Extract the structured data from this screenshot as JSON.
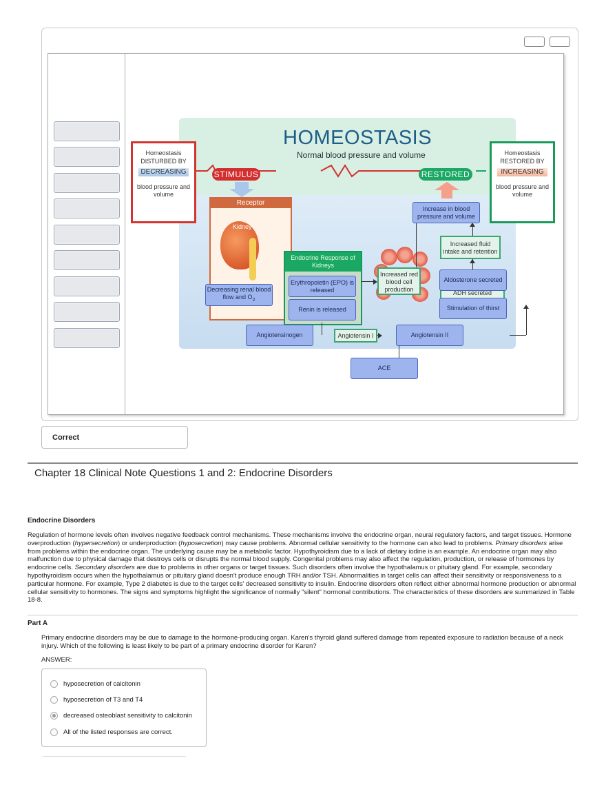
{
  "diagram": {
    "title": "HOMEOSTASIS",
    "subtitle": "Normal blood pressure and volume",
    "left_box": {
      "line1": "Homeostasis",
      "line2": "DISTURBED BY",
      "direction": "DECREASING",
      "line4": "blood pressure and volume"
    },
    "right_box": {
      "line1": "Homeostasis",
      "line2": "RESTORED BY",
      "direction": "INCREASING",
      "line4": "blood pressure and volume"
    },
    "stimulus": "STIMULUS",
    "restored": "RESTORED",
    "receptor": "Receptor",
    "kidney": "Kidney",
    "endocrine_response": "Endocrine Response of Kidneys",
    "increased_rbc": "Increased red blood cell production",
    "increased_fluid": "Increased fluid intake and retention",
    "adh": "ADH secreted",
    "labels": {
      "decreasing_renal": "Decreasing renal blood flow and O",
      "decreasing_renal_sub": "2",
      "epo": "Erythropoietin (EPO) is released",
      "renin": "Renin is released",
      "increase_bp": "Increase in blood pressure and volume",
      "aldosterone": "Aldosterone secreted",
      "thirst": "Stimulation of thirst",
      "angiotensinogen": "Angiotensinogen",
      "angiotensin1": "Angiotensin I",
      "angiotensin2": "Angiotensin II",
      "ace": "ACE"
    },
    "colors": {
      "red": "#d32f2f",
      "green": "#1aa864",
      "blue_label": "#9db4ee"
    }
  },
  "feedback": "Correct",
  "page_title": "Chapter 18 Clinical Note Questions 1 and 2: Endocrine Disorders",
  "section_title": "Endocrine Disorders",
  "paragraph": {
    "p1": "Regulation of hormone levels often involves negative feedback control mechanisms. These mechanisms involve the endocrine organ, neural regulatory factors, and target tissues. Hormone overproduction (",
    "i1": "hypersecretion",
    "p2": ") or underproduction (",
    "i2": "hyposecretion",
    "p3": ") may cause problems. Abnormal cellular sensitivity to the hormone can also lead to problems. ",
    "i3": "Primary disorders",
    "p4": " arise from problems within the endocrine organ. The underlying cause may be a metabolic factor. Hypothyroidism due to a lack of dietary iodine is an example. An endocrine organ may also malfunction due to physical damage that destroys cells or disrupts the normal blood supply. Congenital problems may also affect the regulation, production, or release of hormones by endocrine cells. ",
    "i4": "Secondary disorders",
    "p5": " are due to problems in other organs or target tissues. Such disorders often involve the hypothalamus or pituitary gland. For example, secondary hypothyroidism occurs when the hypothalamus or pituitary gland doesn't produce enough TRH and/or TSH. Abnormalities in target cells can affect their sensitivity or responsiveness to a particular hormone. For example, Type 2 diabetes is due to the target cells' decreased sensitivity to insulin. Endocrine disorders often reflect either abnormal hormone production or abnormal cellular sensitivity to hormones. The signs and symptoms highlight the significance of normally \"silent\" hormonal contributions. The characteristics of these disorders are summarized in Table 18-8."
  },
  "part_a": {
    "label": "Part A",
    "question": "Primary endocrine disorders may be due to damage to the hormone-producing organ. Karen's thyroid gland suffered damage from repeated exposure to radiation because of a neck injury. Which of the following is least likely to be part of a primary endocrine disorder for Karen?",
    "answer_label": "ANSWER:",
    "choices": [
      "hyposecretion of calcitonin",
      "hyposecretion of T3 and T4",
      "decreased osteoblast sensitivity to calcitonin",
      "All of the listed responses are correct."
    ],
    "selected_index": 2
  }
}
